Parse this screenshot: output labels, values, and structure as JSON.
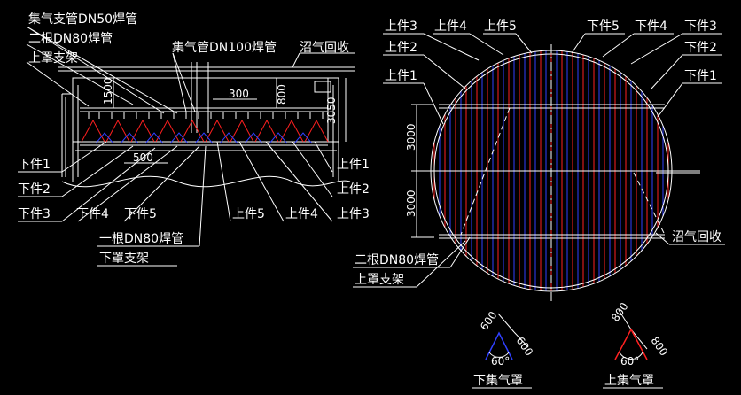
{
  "left_view": {
    "labels": {
      "gas_branch": "集气支管DN50焊管",
      "two_dn80": "二根DN80焊管",
      "upper_support": "上罩支架",
      "gas_main": "集气管DN100焊管",
      "biogas_recovery": "沼气回收",
      "lower1": "下件1",
      "lower2": "下件2",
      "lower3": "下件3",
      "lower4": "下件4",
      "lower5": "下件5",
      "upper1": "上件1",
      "upper2": "上件2",
      "upper3": "上件3",
      "upper4": "上件4",
      "upper5": "上件5",
      "one_dn80": "一根DN80焊管",
      "lower_support": "下罩支架"
    },
    "dims": {
      "d1500": "1500",
      "d300": "300",
      "d800": "800",
      "d3050": "3050",
      "d500": "500"
    }
  },
  "right_view": {
    "labels": {
      "upper3": "上件3",
      "upper4": "上件4",
      "upper5": "上件5",
      "upper2": "上件2",
      "upper1": "上件1",
      "lower5": "下件5",
      "lower4": "下件4",
      "lower3": "下件3",
      "lower2": "下件2",
      "lower1": "下件1",
      "biogas_recovery": "沼气回收",
      "two_dn80": "二根DN80焊管",
      "upper_support": "上罩支架"
    },
    "dims": {
      "d3000a": "3000",
      "d3000b": "3000"
    }
  },
  "details": {
    "lower_hood": {
      "title": "下集气罩",
      "side_a": "600",
      "side_b": "600",
      "angle": "60°"
    },
    "upper_hood": {
      "title": "上集气罩",
      "side_a": "800",
      "side_b": "800",
      "angle": "60°"
    }
  }
}
